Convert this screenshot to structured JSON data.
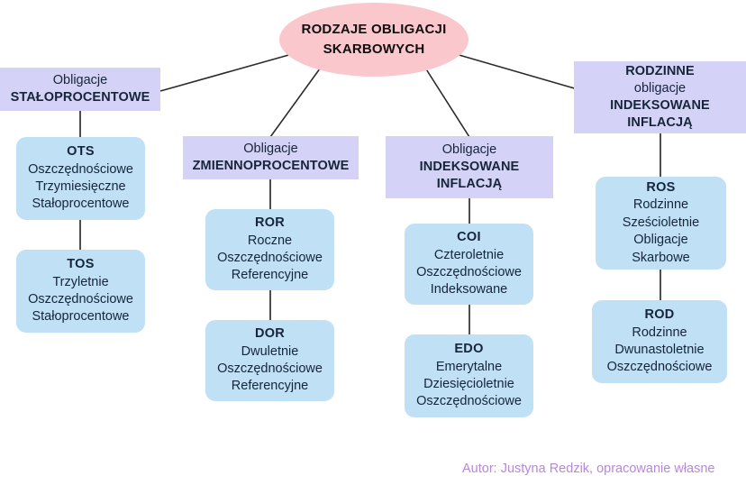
{
  "diagram": {
    "title": "RODZAJE OBLIGACJI SKARBOWYCH",
    "root": {
      "line1": "RODZAJE OBLIGACJI",
      "line2": "SKARBOWYCH"
    },
    "branches": [
      {
        "id": "staloprocentowe",
        "header": {
          "line1": "Obligacje",
          "line2": "STAŁOPROCENTOWE"
        },
        "leaves": [
          {
            "code": "OTS",
            "lines": [
              "Oszczędnościowe",
              "Trzymiesięczne",
              "Stałoprocentowe"
            ]
          },
          {
            "code": "TOS",
            "lines": [
              "Trzyletnie",
              "Oszczędnościowe",
              "Stałoprocentowe"
            ]
          }
        ]
      },
      {
        "id": "zmiennoprocentowe",
        "header": {
          "line1": "Obligacje",
          "line2": "ZMIENNOPROCENTOWE"
        },
        "leaves": [
          {
            "code": "ROR",
            "lines": [
              "Roczne",
              "Oszczędnościowe",
              "Referencyjne"
            ]
          },
          {
            "code": "DOR",
            "lines": [
              "Dwuletnie",
              "Oszczędnościowe",
              "Referencyjne"
            ]
          }
        ]
      },
      {
        "id": "indeksowane-inflacja",
        "header": {
          "line1": "Obligacje",
          "line2": "INDEKSOWANE",
          "line3": "INFLACJĄ"
        },
        "leaves": [
          {
            "code": "COI",
            "lines": [
              "Czteroletnie",
              "Oszczędnościowe",
              "Indeksowane"
            ]
          },
          {
            "code": "EDO",
            "lines": [
              "Emerytalne",
              "Dziesięcioletnie",
              "Oszczędnościowe"
            ]
          }
        ]
      },
      {
        "id": "rodzinne-indeksowane-inflacja",
        "header": {
          "line1": "RODZINNE",
          "line2": "obligacje",
          "line3": "INDEKSOWANE",
          "line4": "INFLACJĄ"
        },
        "leaves": [
          {
            "code": "ROS",
            "lines": [
              "Rodzinne",
              "Sześcioletnie",
              "Obligacje",
              "Skarbowe"
            ]
          },
          {
            "code": "ROD",
            "lines": [
              "Rodzinne",
              "Dwunastoletnie",
              "Oszczędnościowe"
            ]
          }
        ]
      }
    ],
    "credit": "Autor: Justyna Redzik, opracowanie własne",
    "colors": {
      "root_fill": "#fac7cd",
      "category_fill": "#d4d2f7",
      "leaf_fill": "#bfe0f5",
      "text": "#16253a",
      "edge": "#2b2b2b",
      "credit_text": "#b887d8",
      "background": "#ffffff"
    }
  }
}
